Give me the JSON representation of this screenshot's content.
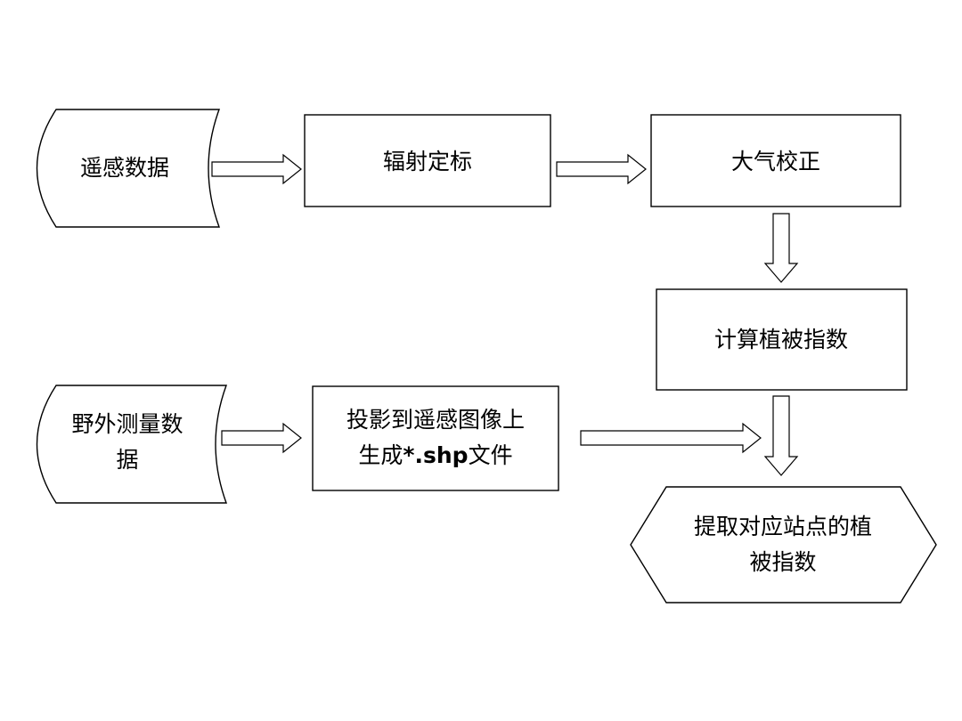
{
  "nodes": {
    "remote_data": {
      "label": "遥感数据"
    },
    "radiometric_calibration": {
      "label": "辐射定标"
    },
    "atmospheric_correction": {
      "label": "大气校正"
    },
    "compute_vegetation_index": {
      "label": "计算植被指数"
    },
    "field_data": {
      "line1": "野外测量数",
      "line2": "据"
    },
    "projection": {
      "line1": "投影到遥感图像上",
      "line2_a": "生成",
      "line2_b": "*.shp",
      "line2_c": "文件"
    },
    "extract_index": {
      "line1": "提取对应站点的植",
      "line2": "被指数"
    }
  }
}
